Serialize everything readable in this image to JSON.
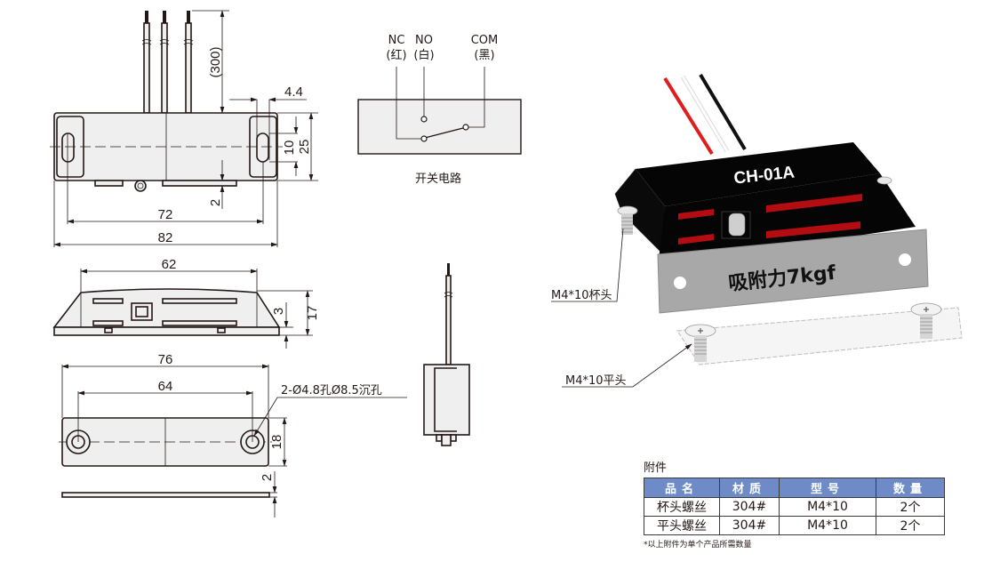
{
  "front_view": {
    "dimensions": {
      "wire_length": "(300)",
      "slot_offset": "4.4",
      "slot_length": "10",
      "height": "25",
      "bottom_step": "2",
      "hole_spacing": "72",
      "overall_length": "82"
    },
    "wire_count": 3
  },
  "circuit": {
    "terminals": [
      {
        "name": "NC",
        "color_label": "(红)"
      },
      {
        "name": "NO",
        "color_label": "(白)"
      },
      {
        "name": "COM",
        "color_label": "(黑)"
      }
    ],
    "caption": "开关电路"
  },
  "side_view": {
    "dimensions": {
      "top_length": "62",
      "base_thickness": "3",
      "height": "17"
    }
  },
  "plate_view": {
    "dimensions": {
      "overall_length": "76",
      "hole_spacing": "64",
      "hole_spec": "2-Ø4.8孔Ø8.5沉孔",
      "width": "18",
      "thickness": "2"
    }
  },
  "product_render": {
    "model": "CH-01A",
    "holding_force": "吸附力7kgf",
    "callout_cup_screw": "M4*10杯头",
    "callout_flat_screw": "M4*10平头",
    "wire_colors": [
      "#e01d1d",
      "#ffffff",
      "#111111"
    ],
    "body_color": "#050505",
    "accent_color": "#b30d12",
    "plate_color": "#a8a8a8"
  },
  "accessories": {
    "title": "附件",
    "header_color": "#6e8bc8",
    "columns": [
      "品名",
      "材质",
      "型号",
      "数量"
    ],
    "rows": [
      [
        "杯头螺丝",
        "304#",
        "M4*10",
        "2个"
      ],
      [
        "平头螺丝",
        "304#",
        "M4*10",
        "2个"
      ]
    ],
    "note": "*以上附件为单个产品所需数量"
  }
}
